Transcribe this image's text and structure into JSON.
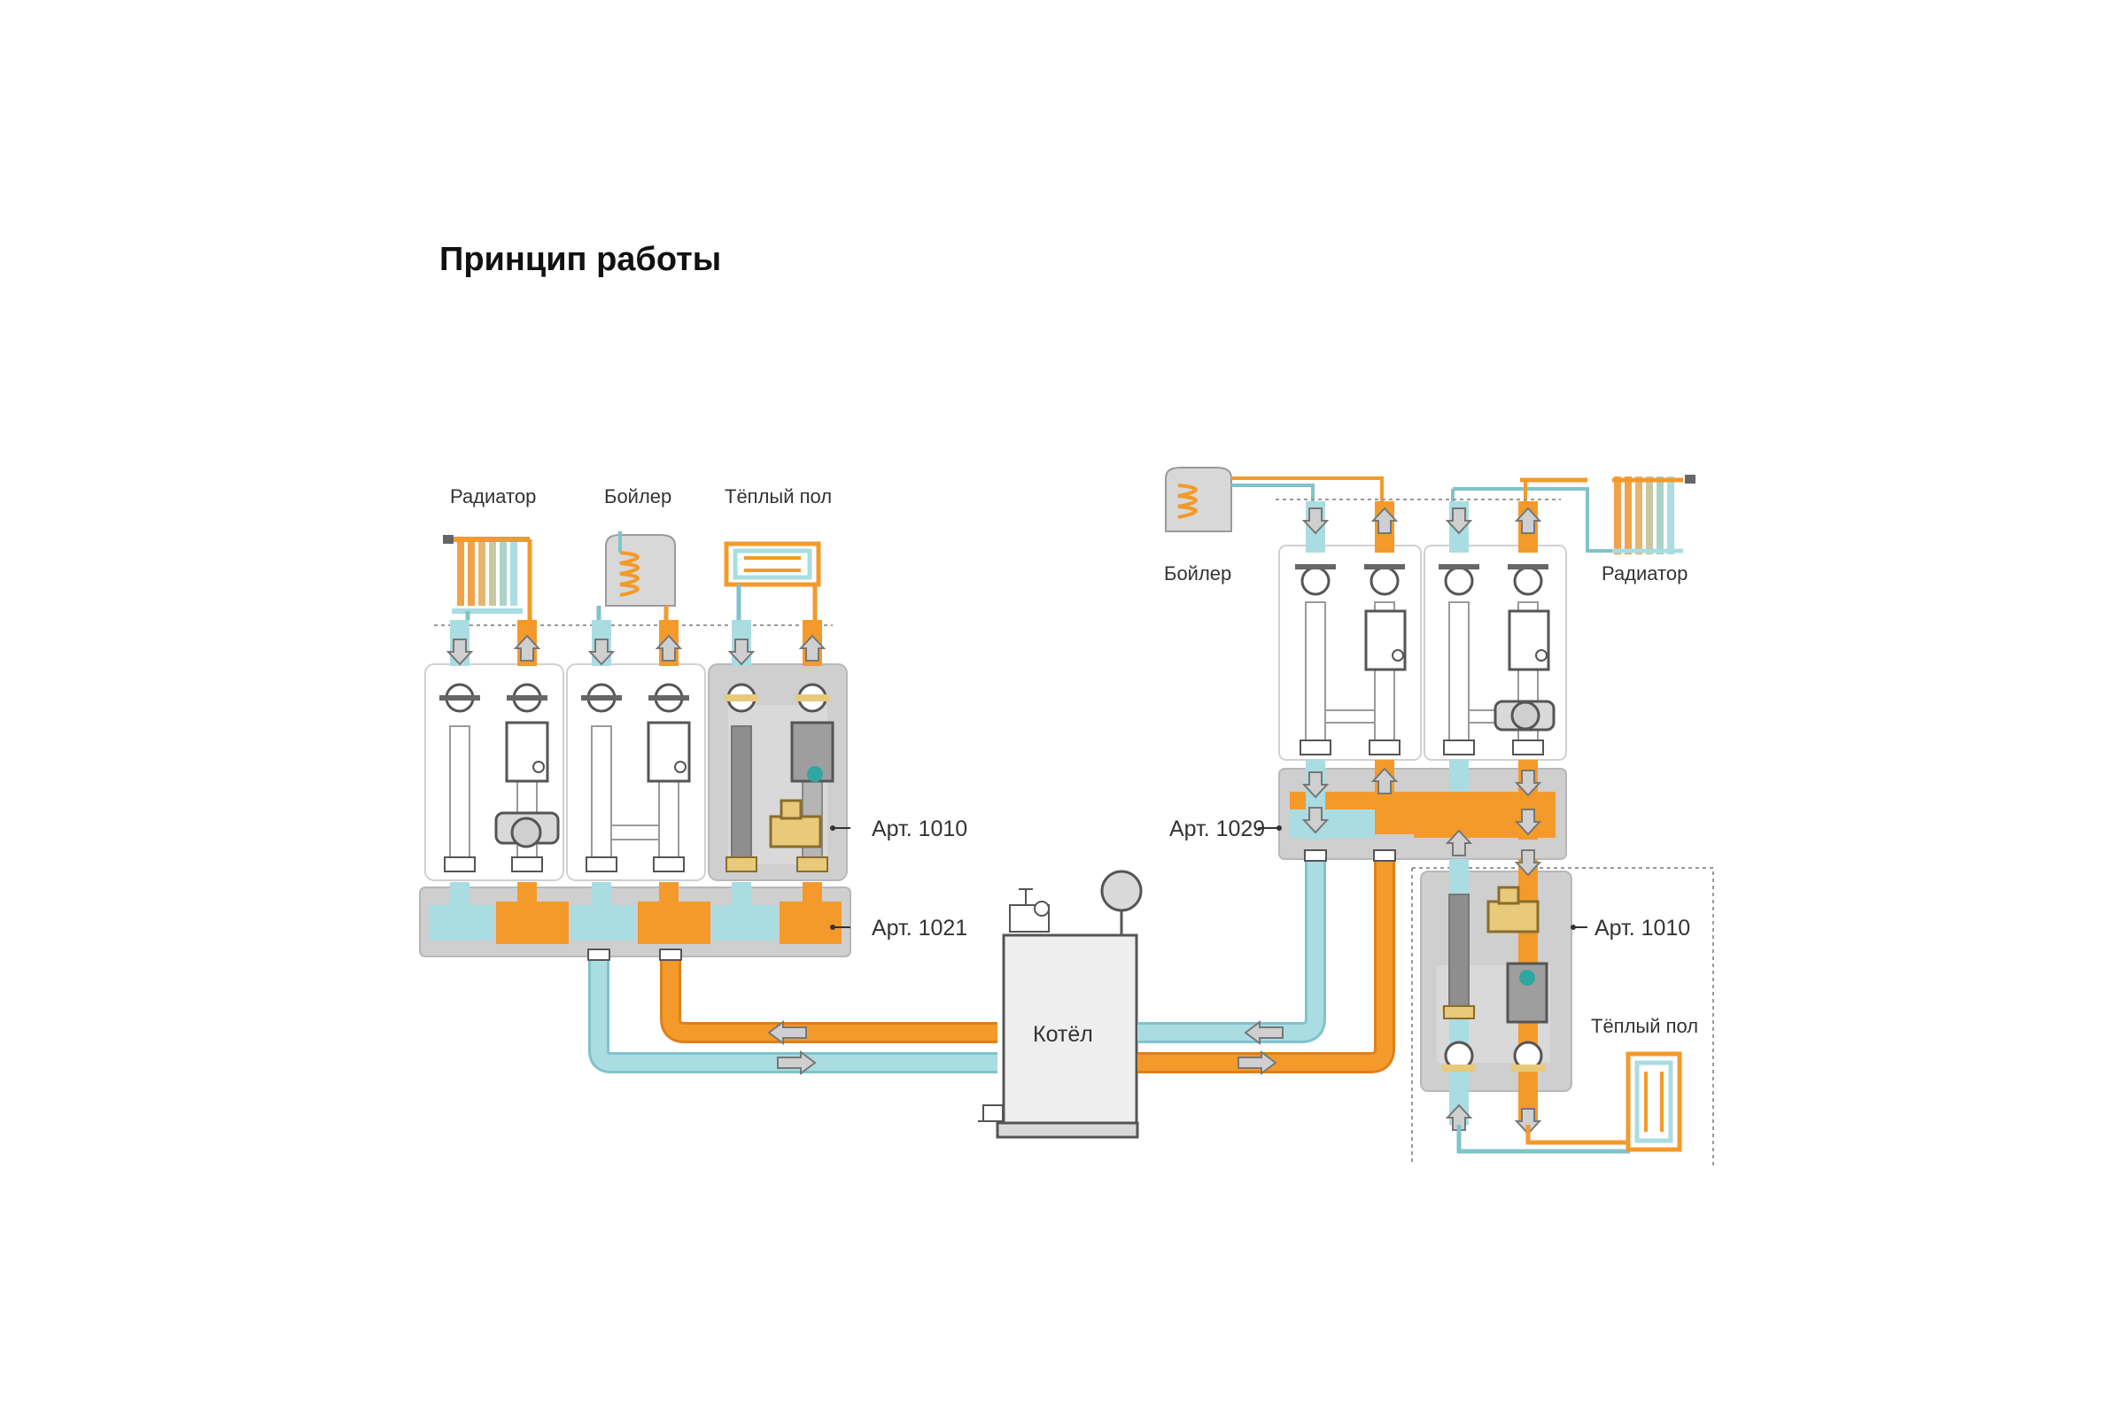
{
  "title": "Принцип работы",
  "colors": {
    "hot": "#f39a2b",
    "hot_dark": "#e07f1a",
    "cold": "#a9dde2",
    "cold_dark": "#7fc3cc",
    "module_gray": "#cfcfcf",
    "outline": "#9a9a9a",
    "brass": "#e9c97a"
  },
  "left_system": {
    "consumers": [
      {
        "label": "Радиатор",
        "icon": "radiator-icon"
      },
      {
        "label": "Бойлер",
        "icon": "boiler-tank-icon"
      },
      {
        "label": "Тёплый пол",
        "icon": "floor-heating-icon"
      }
    ],
    "callouts": [
      {
        "label": "Арт. 1010"
      },
      {
        "label": "Арт. 1021"
      }
    ]
  },
  "boiler_unit": {
    "label": "Котёл"
  },
  "right_system": {
    "consumers": [
      {
        "label": "Бойлер",
        "icon": "boiler-tank-icon"
      },
      {
        "label": "Радиатор",
        "icon": "radiator-icon"
      },
      {
        "label": "Тёплый пол",
        "icon": "floor-heating-icon"
      }
    ],
    "callouts": [
      {
        "label": "Арт. 1029"
      },
      {
        "label": "Арт. 1010"
      }
    ]
  }
}
